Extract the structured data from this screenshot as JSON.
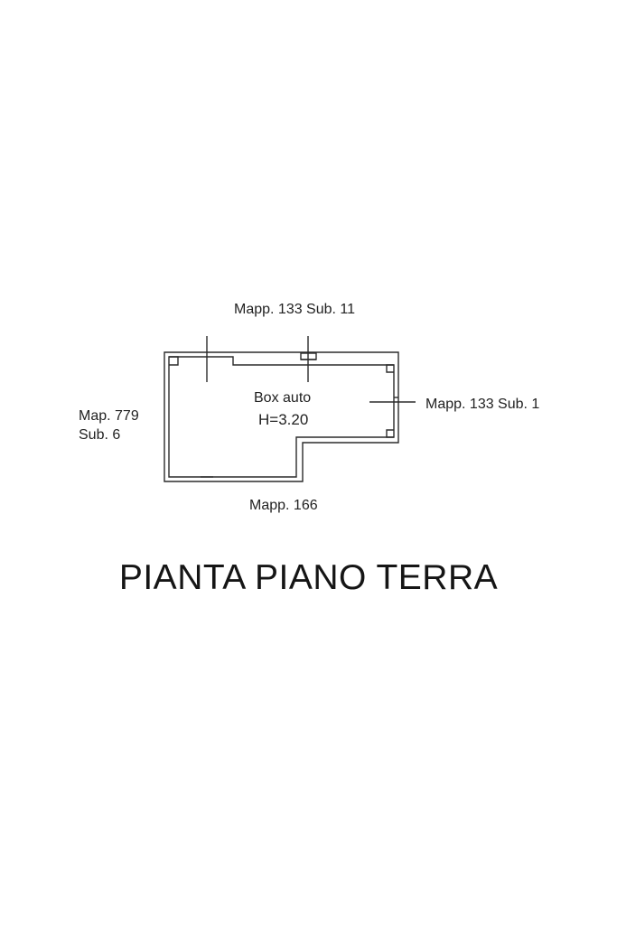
{
  "plan": {
    "title": "PIANTA PIANO TERRA",
    "room": {
      "name": "Box auto",
      "height": "H=3.20"
    },
    "neighbors": {
      "north": "Mapp. 133 Sub. 11",
      "east": "Mapp. 133 Sub. 1",
      "west_line1": "Map. 779",
      "west_line2": "Sub. 6",
      "south": "Mapp. 166"
    },
    "colors": {
      "wall": "#2b2b2b",
      "background": "#ffffff"
    }
  }
}
